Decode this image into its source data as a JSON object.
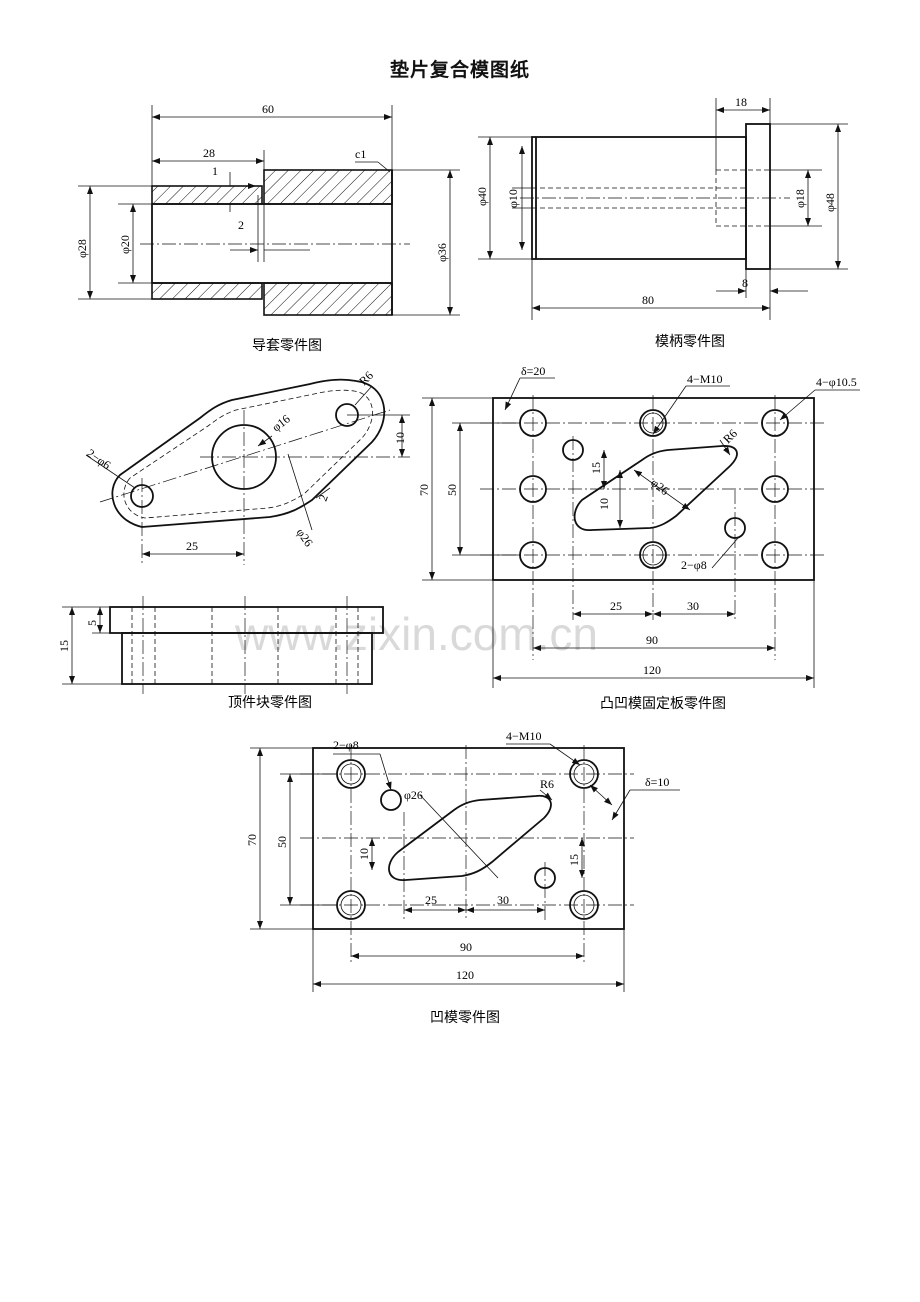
{
  "title": "垫片复合模图纸",
  "watermark": "www.zixin.com.cn",
  "captions": {
    "guide_sleeve": "导套零件图",
    "die_shank": "模柄零件图",
    "ejector": "顶件块零件图",
    "punch_die_plate": "凸凹模固定板零件图",
    "die": "凹模零件图"
  },
  "guide_sleeve": {
    "dims": [
      "60",
      "28",
      "c1",
      "1",
      "2",
      "φ28",
      "φ20",
      "φ36"
    ]
  },
  "die_shank": {
    "dims": [
      "18",
      "φ40",
      "φ10",
      "φ18",
      "φ48",
      "8",
      "80"
    ]
  },
  "ejector_top": {
    "dims": [
      "R6",
      "φ16",
      "10",
      "2−φ6",
      "2",
      "φ26",
      "25"
    ]
  },
  "ejector_side": {
    "dims": [
      "5",
      "15"
    ]
  },
  "punch_die_plate": {
    "dims": [
      "δ=20",
      "4−M10",
      "4−φ10.5",
      "R6",
      "15",
      "φ26",
      "10",
      "70",
      "50",
      "2−φ8",
      "25",
      "30",
      "90",
      "120"
    ]
  },
  "die": {
    "dims": [
      "2−φ8",
      "4−M10",
      "φ26",
      "R6",
      "δ=10",
      "70",
      "50",
      "10",
      "15",
      "25",
      "30",
      "90",
      "120"
    ]
  }
}
